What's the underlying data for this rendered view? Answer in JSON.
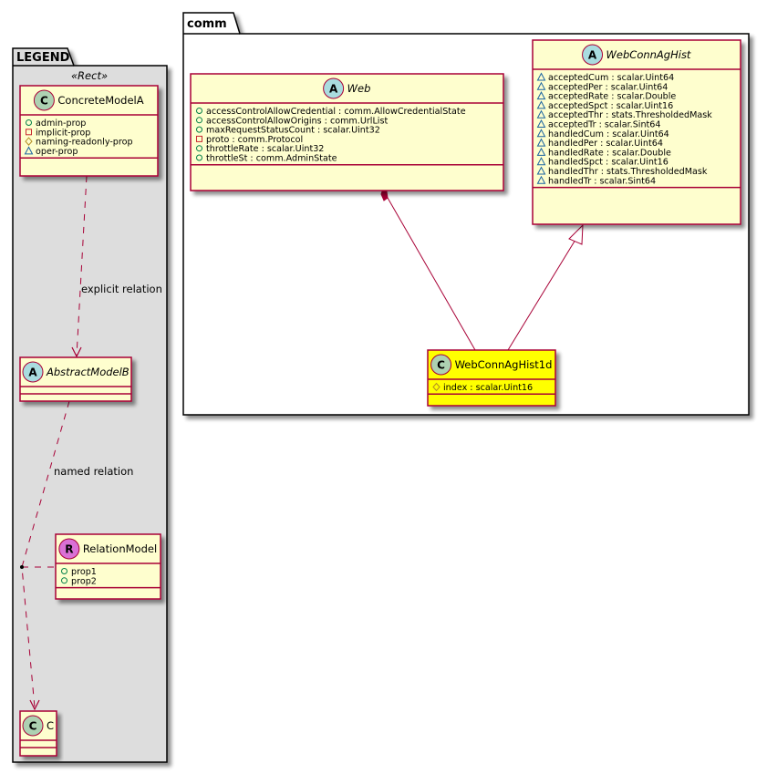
{
  "colors": {
    "class_fill": "#FEFECE",
    "class_border": "#A80036",
    "highlight_fill": "#FFFF00",
    "legend_fill": "#DDDDDD",
    "package_fill": "#FFFFFF",
    "class_badge": "#ADD1B2",
    "abstract_badge": "#A9DCDF",
    "relation_badge": "#DA70D6",
    "vis_public": "#038048",
    "vis_private": "#C82930",
    "vis_protected": "#B38D22",
    "vis_package": "#1963A0",
    "edge": "#A80036"
  },
  "legend": {
    "title": "LEGEND",
    "stereotype": "«Rect»",
    "classes": [
      {
        "id": "concrete",
        "badge": "C",
        "name": "ConcreteModelA",
        "abstract": false,
        "attrs": [
          {
            "vis": "public",
            "text": "admin-prop"
          },
          {
            "vis": "private",
            "text": "implicit-prop"
          },
          {
            "vis": "protected",
            "text": "naming-readonly-prop"
          },
          {
            "vis": "package",
            "text": "oper-prop"
          }
        ]
      },
      {
        "id": "abstractb",
        "badge": "A",
        "name": "AbstractModelB",
        "abstract": true,
        "attrs": []
      },
      {
        "id": "relation",
        "badge": "R",
        "name": "RelationModel",
        "abstract": false,
        "attrs": [
          {
            "vis": "public",
            "text": "prop1"
          },
          {
            "vis": "public",
            "text": "prop2"
          }
        ]
      },
      {
        "id": "c",
        "badge": "C",
        "name": "C",
        "abstract": false,
        "attrs": []
      }
    ],
    "relations": [
      {
        "from": "ConcreteModelA",
        "to": "AbstractModelB",
        "label": "explicit relation",
        "style": "dashed-arrow"
      },
      {
        "from": "AbstractModelB",
        "to": "C",
        "label": "named relation",
        "style": "dashed-arrow",
        "association_class": "RelationModel"
      }
    ]
  },
  "package": {
    "title": "comm",
    "classes": [
      {
        "id": "web",
        "badge": "A",
        "name": "Web",
        "abstract": true,
        "attrs": [
          {
            "vis": "public",
            "text": "accessControlAllowCredential : comm.AllowCredentialState"
          },
          {
            "vis": "public",
            "text": "accessControlAllowOrigins : comm.UrlList"
          },
          {
            "vis": "public",
            "text": "maxRequestStatusCount : scalar.Uint32"
          },
          {
            "vis": "private",
            "text": "proto : comm.Protocol"
          },
          {
            "vis": "public",
            "text": "throttleRate : scalar.Uint32"
          },
          {
            "vis": "public",
            "text": "throttleSt : comm.AdminState"
          }
        ]
      },
      {
        "id": "hist",
        "badge": "A",
        "name": "WebConnAgHist",
        "abstract": true,
        "attrs": [
          {
            "vis": "package",
            "text": "acceptedCum : scalar.Uint64"
          },
          {
            "vis": "package",
            "text": "acceptedPer : scalar.Uint64"
          },
          {
            "vis": "package",
            "text": "acceptedRate : scalar.Double"
          },
          {
            "vis": "package",
            "text": "acceptedSpct : scalar.Uint16"
          },
          {
            "vis": "package",
            "text": "acceptedThr : stats.ThresholdedMask"
          },
          {
            "vis": "package",
            "text": "acceptedTr : scalar.Sint64"
          },
          {
            "vis": "package",
            "text": "handledCum : scalar.Uint64"
          },
          {
            "vis": "package",
            "text": "handledPer : scalar.Uint64"
          },
          {
            "vis": "package",
            "text": "handledRate : scalar.Double"
          },
          {
            "vis": "package",
            "text": "handledSpct : scalar.Uint16"
          },
          {
            "vis": "package",
            "text": "handledThr : stats.ThresholdedMask"
          },
          {
            "vis": "package",
            "text": "handledTr : scalar.Sint64"
          }
        ]
      },
      {
        "id": "hist1d",
        "badge": "C",
        "name": "WebConnAgHist1d",
        "abstract": false,
        "highlight": true,
        "attrs": [
          {
            "vis": "protected",
            "text": "index : scalar.Uint16"
          }
        ]
      }
    ],
    "relations": [
      {
        "from": "Web",
        "to": "WebConnAgHist1d",
        "type": "composition"
      },
      {
        "from": "WebConnAgHist1d",
        "to": "WebConnAgHist",
        "type": "inheritance"
      }
    ]
  }
}
